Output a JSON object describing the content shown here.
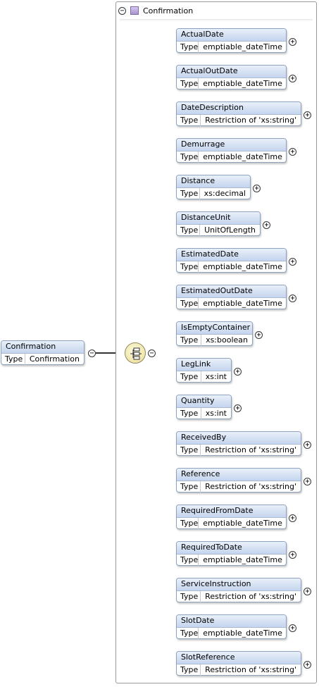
{
  "root": {
    "name": "Confirmation",
    "type_label": "Type",
    "type_value": "Confirmation"
  },
  "complex_type": {
    "title": "Confirmation"
  },
  "elements": [
    {
      "name": "ActualDate",
      "type_label": "Type",
      "type_value": "emptiable_dateTime"
    },
    {
      "name": "ActualOutDate",
      "type_label": "Type",
      "type_value": "emptiable_dateTime"
    },
    {
      "name": "DateDescription",
      "type_label": "Type",
      "type_value": "Restriction of 'xs:string'"
    },
    {
      "name": "Demurrage",
      "type_label": "Type",
      "type_value": "emptiable_dateTime"
    },
    {
      "name": "Distance",
      "type_label": "Type",
      "type_value": "xs:decimal"
    },
    {
      "name": "DistanceUnit",
      "type_label": "Type",
      "type_value": "UnitOfLength"
    },
    {
      "name": "EstimatedDate",
      "type_label": "Type",
      "type_value": "emptiable_dateTime"
    },
    {
      "name": "EstimatedOutDate",
      "type_label": "Type",
      "type_value": "emptiable_dateTime"
    },
    {
      "name": "IsEmptyContainer",
      "type_label": "Type",
      "type_value": "xs:boolean"
    },
    {
      "name": "LegLink",
      "type_label": "Type",
      "type_value": "xs:int"
    },
    {
      "name": "Quantity",
      "type_label": "Type",
      "type_value": "xs:int"
    },
    {
      "name": "ReceivedBy",
      "type_label": "Type",
      "type_value": "Restriction of 'xs:string'"
    },
    {
      "name": "Reference",
      "type_label": "Type",
      "type_value": "Restriction of 'xs:string'"
    },
    {
      "name": "RequiredFromDate",
      "type_label": "Type",
      "type_value": "emptiable_dateTime"
    },
    {
      "name": "RequiredToDate",
      "type_label": "Type",
      "type_value": "emptiable_dateTime"
    },
    {
      "name": "ServiceInstruction",
      "type_label": "Type",
      "type_value": "Restriction of 'xs:string'"
    },
    {
      "name": "SlotDate",
      "type_label": "Type",
      "type_value": "emptiable_dateTime"
    },
    {
      "name": "SlotReference",
      "type_label": "Type",
      "type_value": "Restriction of 'xs:string'"
    }
  ],
  "icons": {
    "collapse": "minus-circle-icon",
    "expand": "plus-circle-icon",
    "sequence": "sequence-compositor-icon",
    "complex_type": "complex-type-icon"
  },
  "colors": {
    "header_top": "#e9f0fa",
    "header_bottom": "#c4d5ee",
    "border": "#8da2be",
    "sequence_fill": "#efe5a9"
  }
}
